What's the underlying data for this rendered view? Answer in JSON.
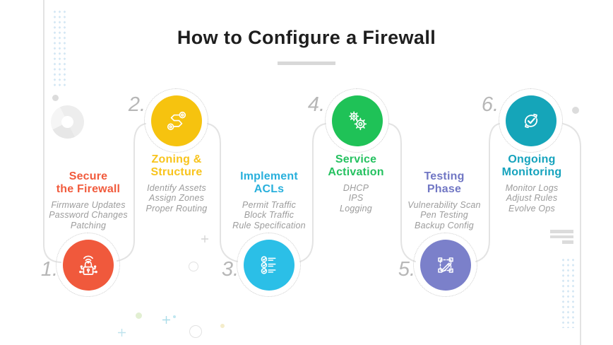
{
  "title": "How to Configure a Firewall",
  "steps": [
    {
      "number": "1.",
      "title": "Secure\nthe Firewall",
      "items": [
        "Firmware Updates",
        "Password Changes",
        "Patching"
      ],
      "color": "#f0593c",
      "title_color": "#f15b3d",
      "icon": "smart-lock-icon",
      "position": "bottom"
    },
    {
      "number": "2.",
      "title": "Zoning &\nStructure",
      "items": [
        "Identify Assets",
        "Assign Zones",
        "Proper Routing"
      ],
      "color": "#f6c30f",
      "title_color": "#f8c41d",
      "icon": "route-icon",
      "position": "top"
    },
    {
      "number": "3.",
      "title": "Implement\nACLs",
      "items": [
        "Permit Traffic",
        "Block Traffic",
        "Rule Specification"
      ],
      "color": "#2bbfe7",
      "title_color": "#29b0dc",
      "icon": "checklist-icon",
      "position": "bottom"
    },
    {
      "number": "4.",
      "title": "Service\nActivation",
      "items": [
        "DHCP",
        "IPS",
        "Logging"
      ],
      "color": "#1fc257",
      "title_color": "#25c160",
      "icon": "gears-icon",
      "position": "top"
    },
    {
      "number": "5.",
      "title": "Testing\nPhase",
      "items": [
        "Vulnerability Scan",
        "Pen Testing",
        "Backup Config"
      ],
      "color": "#7b80ca",
      "title_color": "#7177c4",
      "icon": "design-selection-icon",
      "position": "bottom"
    },
    {
      "number": "6.",
      "title": "Ongoing\nMonitoring",
      "items": [
        "Monitor Logs",
        "Adjust Rules",
        "Evolve Ops"
      ],
      "color": "#15a5b9",
      "title_color": "#16a3bd",
      "icon": "sync-check-icon",
      "position": "top"
    }
  ],
  "colors": {
    "title_text": "#1e1e1e",
    "muted_item_text": "#9c9c9c",
    "number_gray": "#b7b7b7",
    "connector_gray": "#e3e3e3",
    "dots_blue": "#d4e7f4"
  }
}
